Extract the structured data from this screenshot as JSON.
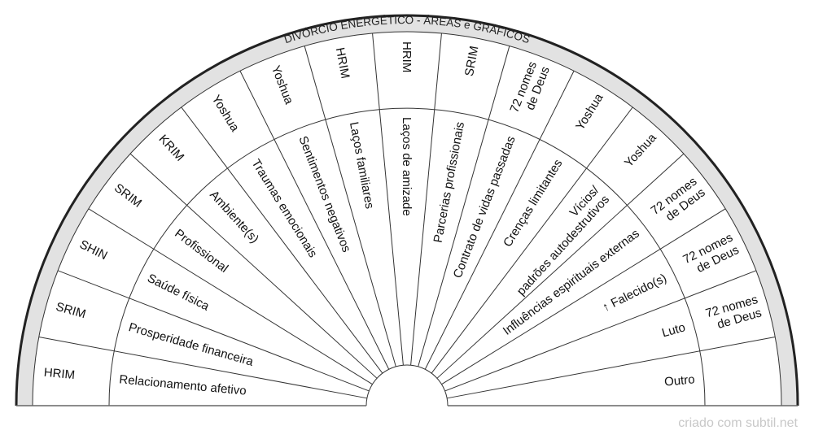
{
  "title": "DIVÓRCIO ENERGÉTICO - ÁREAS e GRÁFICOS",
  "sectors": [
    {
      "area": [
        "Relacionamento afetivo"
      ],
      "graphic": [
        "HRIM"
      ]
    },
    {
      "area": [
        "Prosperidade financeira"
      ],
      "graphic": [
        "SRIM"
      ]
    },
    {
      "area": [
        "Saúde física"
      ],
      "graphic": [
        "SHIN"
      ]
    },
    {
      "area": [
        "Profissional"
      ],
      "graphic": [
        "SRIM"
      ]
    },
    {
      "area": [
        "Ambiente(s)"
      ],
      "graphic": [
        "KRIM"
      ]
    },
    {
      "area": [
        "Traumas emocionais"
      ],
      "graphic": [
        "Yoshua"
      ]
    },
    {
      "area": [
        "Sentimentos negativos"
      ],
      "graphic": [
        "Yoshua"
      ]
    },
    {
      "area": [
        "Laços familiares"
      ],
      "graphic": [
        "HRIM"
      ]
    },
    {
      "area": [
        "Laços de amizade"
      ],
      "graphic": [
        "HRIM"
      ]
    },
    {
      "area": [
        "Parcerias profissionais"
      ],
      "graphic": [
        "SRIM"
      ]
    },
    {
      "area": [
        "Contrato de vidas passadas"
      ],
      "graphic": [
        "72 nomes",
        "de Deus"
      ]
    },
    {
      "area": [
        "Crenças limitantes"
      ],
      "graphic": [
        "Yoshua"
      ]
    },
    {
      "area": [
        "Vícios/",
        "padrões autodestrutivos"
      ],
      "graphic": [
        "Yoshua"
      ]
    },
    {
      "area": [
        "Influências espirituais externas"
      ],
      "graphic": [
        "72 nomes",
        "de Deus"
      ]
    },
    {
      "area": [
        "↑ Falecido(s)"
      ],
      "graphic": [
        "72 nomes",
        "de Deus"
      ]
    },
    {
      "area": [
        "Luto"
      ],
      "graphic": [
        "72 nomes",
        "de Deus"
      ]
    },
    {
      "area": [
        "Outro"
      ],
      "graphic": []
    }
  ],
  "footer": "criado com subtil.net",
  "colors": {
    "band": "#e2e2e2",
    "line": "#222222",
    "footer": "#c8c8c8"
  }
}
